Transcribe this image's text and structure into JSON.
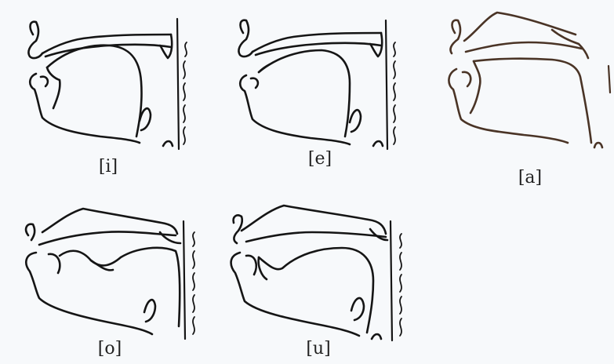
{
  "figure": {
    "panels": [
      {
        "id": "i",
        "label": "[i]"
      },
      {
        "id": "e",
        "label": "[e]"
      },
      {
        "id": "a",
        "label": "[a]"
      },
      {
        "id": "o",
        "label": "[o]"
      },
      {
        "id": "u",
        "label": "[u]"
      }
    ],
    "colors": {
      "background": "#f7f9fb",
      "stroke": "#151515",
      "stroke_sepia": "#4a3426"
    }
  }
}
